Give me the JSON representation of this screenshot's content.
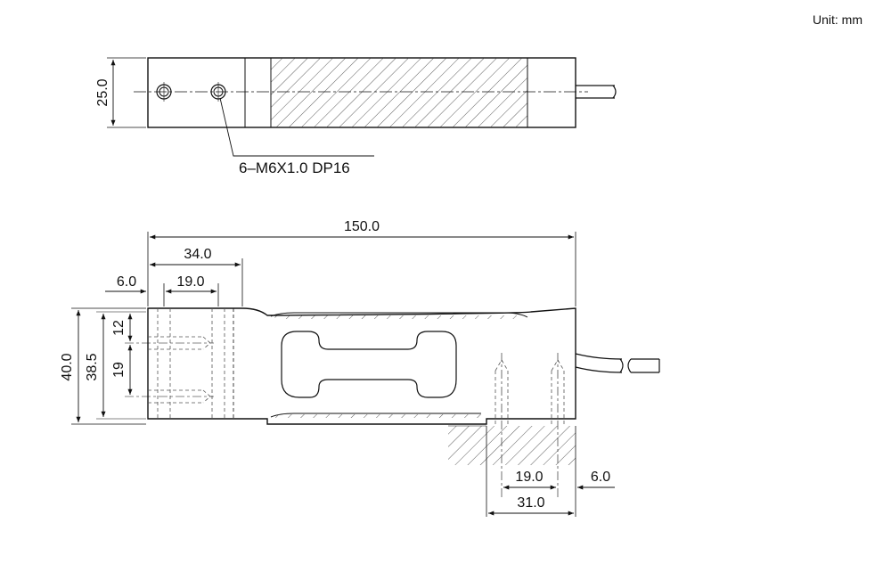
{
  "unit_label": "Unit: mm",
  "top_view": {
    "height_dim": "25.0",
    "thread_callout": "6–M6X1.0 DP16"
  },
  "front_view": {
    "length_dim": "150.0",
    "offset_dim": "34.0",
    "edge_dim_left": "6.0",
    "hole_spacing_left": "19.0",
    "height_dim": "40.0",
    "inner_height_dim": "38.5",
    "hole_offset_dim": "12",
    "hole_pitch_dim": "19",
    "hole_spacing_right": "19.0",
    "edge_dim_right": "6.0",
    "foot_dim": "31.0"
  }
}
